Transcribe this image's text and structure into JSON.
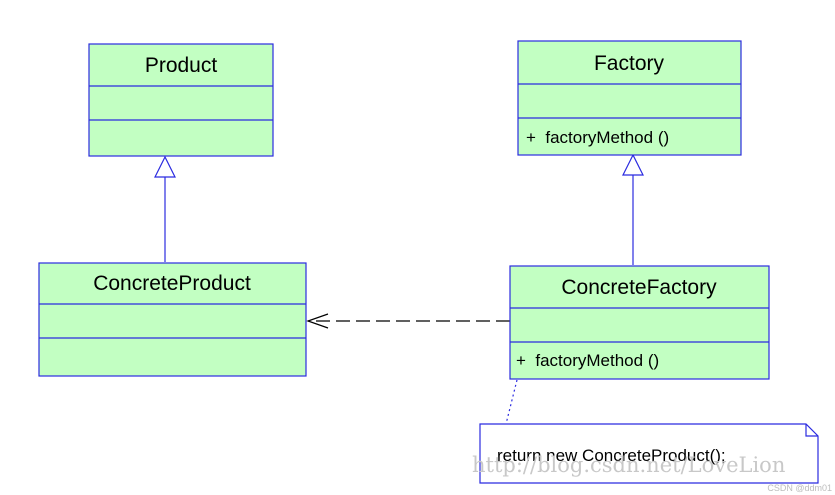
{
  "colors": {
    "class_fill": "#c2ffc2",
    "stroke": "#2b2be0",
    "background": "#ffffff",
    "text": "#000000"
  },
  "classes": {
    "product": {
      "name": "Product"
    },
    "factory": {
      "name": "Factory",
      "operation": "+  factoryMethod ()"
    },
    "concrete_product": {
      "name": "ConcreteProduct"
    },
    "concrete_factory": {
      "name": "ConcreteFactory",
      "operation": "+  factoryMethod ()"
    }
  },
  "note": {
    "text": "return new ConcreteProduct();"
  },
  "watermark": {
    "text": "http://blog.csdn.net/LoveLion"
  },
  "credit": {
    "text": "CSDN @ddm01"
  }
}
